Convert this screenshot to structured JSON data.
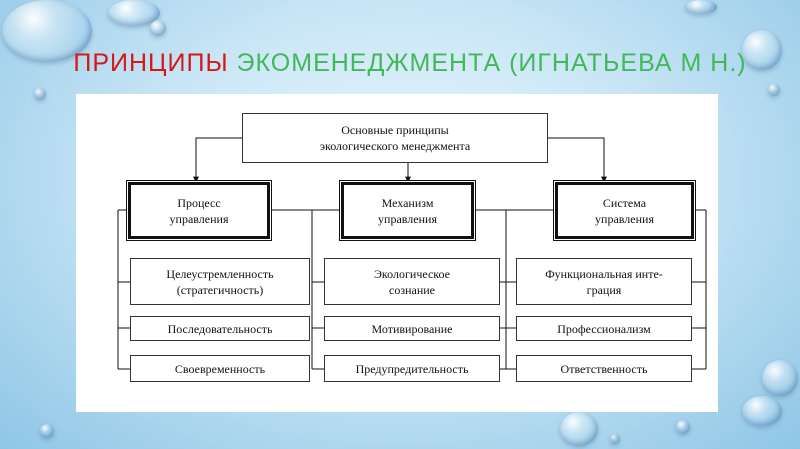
{
  "title": {
    "part1": "ПРИНЦИПЫ",
    "part2": "ЭКОМЕНЕДЖМЕНТА (ИГНАТЬЕВА М Н.)"
  },
  "diagram": {
    "root": "Основные принципы\nэкологического менеджмента",
    "columns": [
      {
        "header": "Процесс\nуправления",
        "items": [
          "Целеустремленность\n(стратегичность)",
          "Последовательность",
          "Своевременность"
        ]
      },
      {
        "header": "Механизм\nуправления",
        "items": [
          "Экологическое\nсознание",
          "Мотивирование",
          "Предупредительность"
        ]
      },
      {
        "header": "Система\nуправления",
        "items": [
          "Функциональная инте-\nграция",
          "Профессионализм",
          "Ответственность"
        ]
      }
    ]
  },
  "colors": {
    "title_red": "#d41818",
    "title_green": "#42b85a"
  }
}
